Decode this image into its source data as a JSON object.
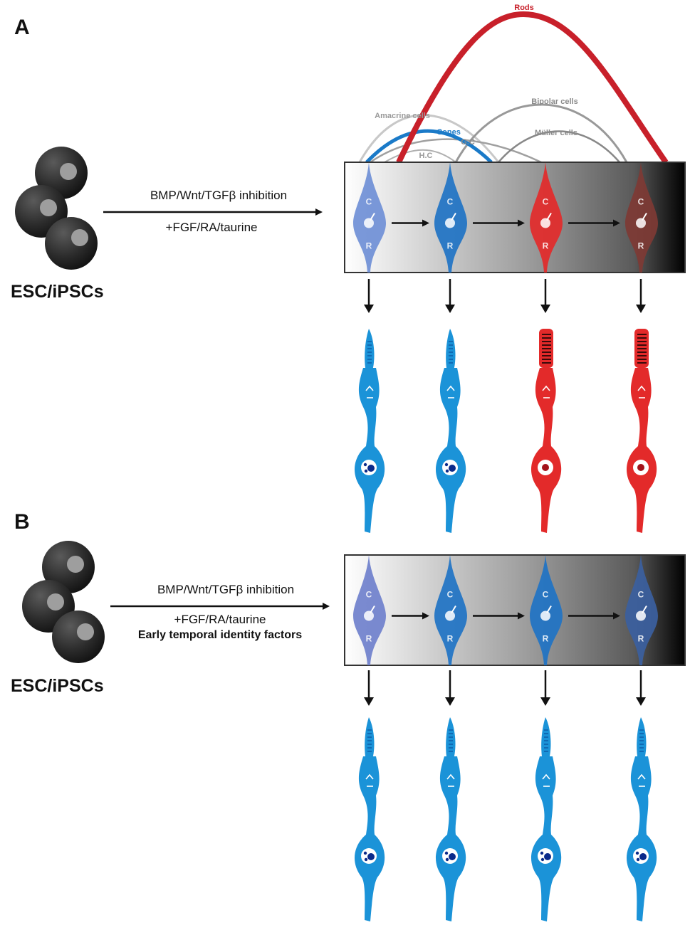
{
  "panels": [
    {
      "id": "A",
      "label": "A",
      "source_label": "ESC/iPSCs",
      "condition_lines": [
        "BMP/Wnt/TGFβ inhibition",
        "+FGF/RA/taurine"
      ],
      "condition_bold": "",
      "progenitor_colors": [
        "#6f8fd6",
        "#1f73c4",
        "#e32a2a",
        "#7e3a34"
      ],
      "photoreceptor_types": [
        "cone",
        "cone",
        "rod",
        "rod"
      ],
      "progenitor_marker_top": "C",
      "progenitor_marker_bottom": "R"
    },
    {
      "id": "B",
      "label": "B",
      "source_label": "ESC/iPSCs",
      "condition_lines": [
        "BMP/Wnt/TGFβ inhibition",
        "+FGF/RA/taurine"
      ],
      "condition_bold": "Early temporal identity factors",
      "progenitor_colors": [
        "#6f80cc",
        "#1f73c4",
        "#1f73c4",
        "#3b5fa0"
      ],
      "photoreceptor_types": [
        "cone",
        "cone",
        "cone",
        "cone"
      ],
      "progenitor_marker_top": "C",
      "progenitor_marker_bottom": "R"
    }
  ],
  "birth_order_curves": [
    {
      "name": "Rods",
      "color": "#c8202a",
      "emphasis": true
    },
    {
      "name": "Cones",
      "color": "#1a7ac8",
      "emphasis": true
    },
    {
      "name": "Amacrine cells",
      "color": "#9a9a9a",
      "emphasis": false
    },
    {
      "name": "G.C",
      "color": "#8a8a8a",
      "emphasis": false
    },
    {
      "name": "H.C",
      "color": "#9a9a9a",
      "emphasis": false
    },
    {
      "name": "Bipolar cells",
      "color": "#8a8a8a",
      "emphasis": false
    },
    {
      "name": "Müller cells",
      "color": "#8a8a8a",
      "emphasis": false
    }
  ],
  "colors": {
    "cone_blue": "#1b93d8",
    "cone_dark": "#0a4f9c",
    "rod_red": "#e32a2a",
    "rod_dark": "#a3121a",
    "stem_cell": "#2b2b2b"
  }
}
